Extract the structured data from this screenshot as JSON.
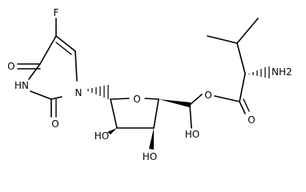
{
  "molecule": {
    "atom_labels": {
      "f": "F",
      "o_c4": "O",
      "hn": "HN",
      "n1": "N",
      "o_c2": "O",
      "o_ring": "O",
      "ho_c2": "HO",
      "ho_c3": "HO",
      "ho_c6": "HO",
      "o_ester": "O",
      "o_carbonyl": "O",
      "nh2": "NH2"
    },
    "colors": {
      "bond": "#000000",
      "label": "#000000",
      "background": "#ffffff"
    }
  }
}
